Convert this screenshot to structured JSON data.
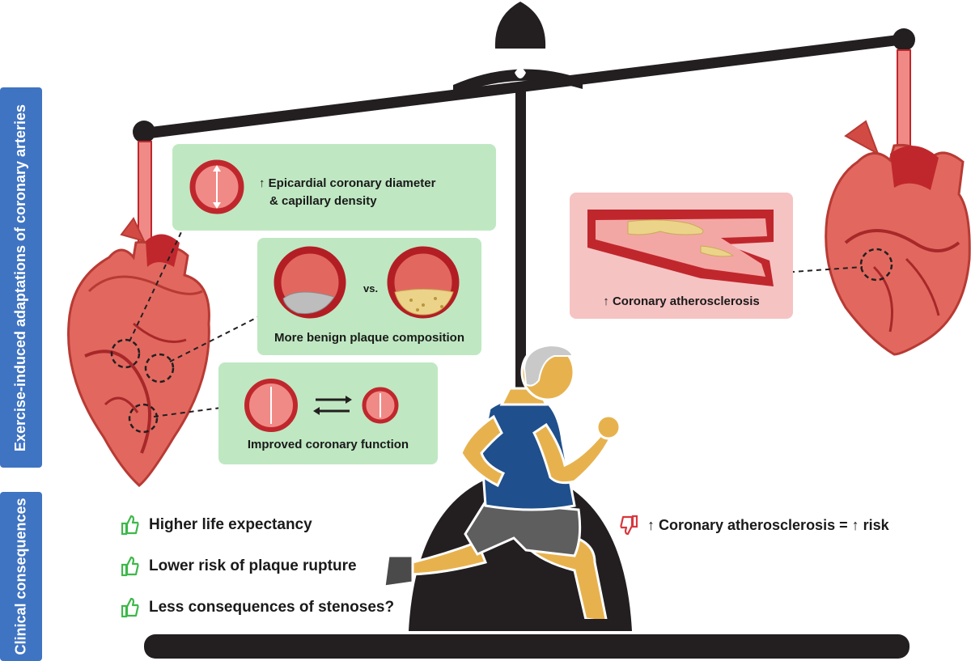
{
  "side_labels": {
    "adaptations": "Exercise-induced adaptations of coronary arteries",
    "clinical": "Clinical consequences"
  },
  "panels": {
    "diameter": "↑ Epicardial coronary diameter\n& capillary density",
    "diameter_line1": "↑ Epicardial coronary diameter",
    "diameter_line2": "& capillary density",
    "plaque_vs": "vs.",
    "plaque": "More benign plaque composition",
    "function": "Improved coronary function",
    "atherosclerosis": "↑ Coronary atherosclerosis"
  },
  "consequences": {
    "positive": [
      "Higher life expectancy",
      "Lower risk of plaque rupture",
      "Less consequences of stenoses?"
    ],
    "negative": "↑ Coronary atherosclerosis = ↑ risk"
  },
  "colors": {
    "label_blue": "#3f74c2",
    "panel_green": "#bfe8c2",
    "panel_pink": "#f6c3c3",
    "heart_red": "#e2685f",
    "artery_red": "#c0272d",
    "thumb_up": "#3db84a",
    "thumb_down": "#d9363e",
    "scale_black": "#231f20",
    "shirt_blue": "#1f4f8c",
    "shorts_grey": "#5e5e5e",
    "skin": "#e7b24e"
  }
}
